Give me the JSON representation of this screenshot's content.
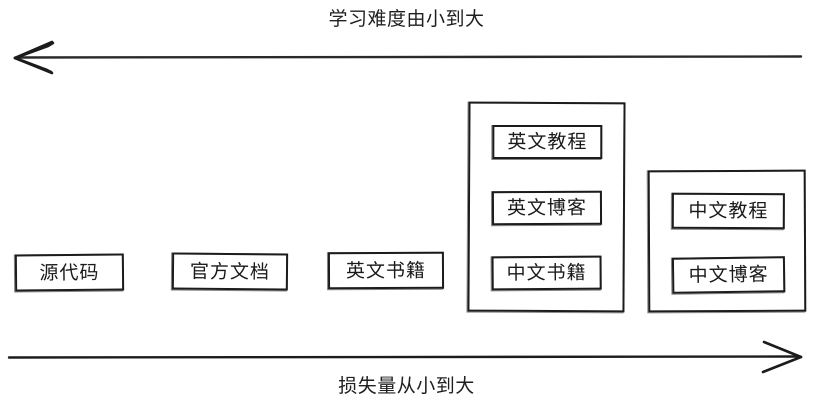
{
  "diagram": {
    "top_axis": {
      "label": "学习难度由小到大",
      "direction": "left",
      "arrow_name": "left-arrow"
    },
    "bottom_axis": {
      "label": "损失量从小到大",
      "direction": "right",
      "arrow_name": "right-arrow"
    },
    "stroke_color": "#1c1c1c",
    "background_color": "#ffffff",
    "items": [
      {
        "label": "源代码",
        "column": 1
      },
      {
        "label": "官方文档",
        "column": 2
      },
      {
        "label": "英文书籍",
        "column": 3
      }
    ],
    "groups": [
      {
        "name": "group-english-advanced",
        "column": 4,
        "items": [
          {
            "label": "英文教程"
          },
          {
            "label": "英文博客"
          },
          {
            "label": "中文书籍"
          }
        ]
      },
      {
        "name": "group-chinese",
        "column": 5,
        "items": [
          {
            "label": "中文教程"
          },
          {
            "label": "中文博客"
          }
        ]
      }
    ]
  }
}
